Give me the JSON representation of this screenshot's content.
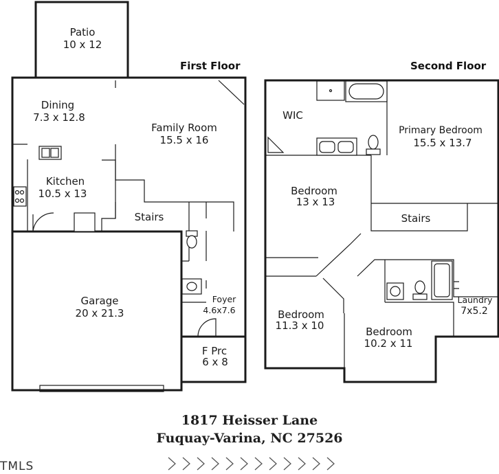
{
  "first_floor": {
    "title": "First Floor",
    "rooms": {
      "patio": {
        "name": "Patio",
        "dims": "10 x 12"
      },
      "dining": {
        "name": "Dining",
        "dims": "7.3 x 12.8"
      },
      "family": {
        "name": "Family Room",
        "dims": "15.5 x 16"
      },
      "kitchen": {
        "name": "Kitchen",
        "dims": "10.5 x 13"
      },
      "stairs": {
        "name": "Stairs"
      },
      "garage": {
        "name": "Garage",
        "dims": "20 x 21.3"
      },
      "foyer": {
        "name": "Foyer",
        "dims": "4.6x7.6"
      },
      "fprc": {
        "name": "F Prc",
        "dims": "6 x 8"
      }
    }
  },
  "second_floor": {
    "title": "Second Floor",
    "rooms": {
      "wic": {
        "name": "WIC"
      },
      "primary": {
        "name": "Primary Bedroom",
        "dims": "15.5 x 13.7"
      },
      "bedroom1": {
        "name": "Bedroom",
        "dims": "13 x 13"
      },
      "stairs": {
        "name": "Stairs"
      },
      "bedroom2": {
        "name": "Bedroom",
        "dims": "11.3 x 10"
      },
      "bedroom3": {
        "name": "Bedroom",
        "dims": "10.2 x 11"
      },
      "laundry": {
        "name": "Laundry",
        "dims": "7x5.2"
      }
    }
  },
  "address": {
    "line1": "1817 Heisser Lane",
    "line2": "Fuquay-Varina, NC 27526"
  },
  "footer": {
    "mls_text": "TMLS",
    "chevrons": ">>>>>>>>>>>>"
  }
}
